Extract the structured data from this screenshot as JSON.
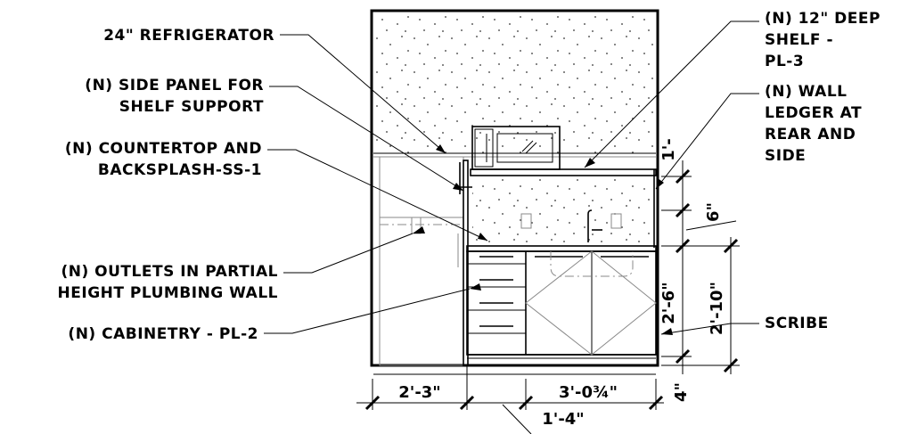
{
  "labels": {
    "refrigerator": "24\" REFRIGERATOR",
    "side_panel_1": "(N) SIDE PANEL FOR",
    "side_panel_2": "SHELF SUPPORT",
    "countertop_1": "(N) COUNTERTOP AND",
    "countertop_2": "BACKSPLASH-SS-1",
    "outlets_1": "(N) OUTLETS IN PARTIAL",
    "outlets_2": "HEIGHT PLUMBING WALL",
    "cabinetry": "(N) CABINETRY - PL-2",
    "shelf_1": "(N) 12\" DEEP",
    "shelf_2": "SHELF -",
    "shelf_3": "PL-3",
    "ledger_1": "(N) WALL",
    "ledger_2": "LEDGER AT",
    "ledger_3": "REAR AND",
    "ledger_4": "SIDE",
    "scribe": "SCRIBE"
  },
  "dimensions": {
    "fridge_width": "2'-3\"",
    "cabinet_width": "3'-0¾\"",
    "gap_width": "1'-4\"",
    "backsplash_height": "6\"",
    "counter_height": "2'-6\"",
    "overall_height": "2'-10\"",
    "shelf_top": "1'-",
    "toe_kick": "4\""
  }
}
